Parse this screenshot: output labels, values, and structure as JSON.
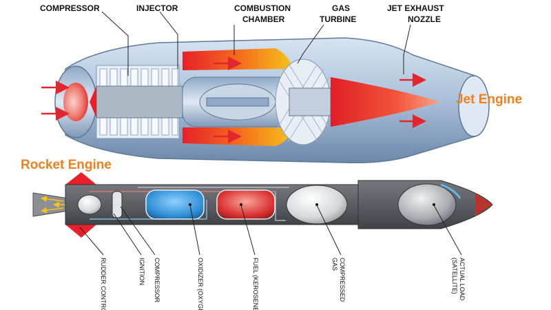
{
  "jet": {
    "title": "Jet Engine",
    "title_color": "#f07f1c",
    "labels": {
      "compressor": "COMPRESSOR",
      "injector": "INJECTOR",
      "combustion_line1": "COMBUSTION",
      "combustion_line2": "CHAMBER",
      "turbine_line1": "GAS",
      "turbine_line2": "TURBINE",
      "nozzle_line1": "JET EXHAUST",
      "nozzle_line2": "NOZZLE"
    }
  },
  "rocket": {
    "title": "Rocket Engine",
    "title_color": "#f07f1c",
    "labels": {
      "rudder": "RUDDER CONTROLS",
      "ignition": "IGNITION",
      "compressor": "COMPRESSOR",
      "oxidizer": "OXIDIZER (OXYGEN)",
      "fuel": "FUEL (KEROSENE)",
      "gas_line1": "COMPRESSED",
      "gas_line2": "GAS",
      "load_line1": "ACTUAL LOAD",
      "load_line2": "(SATELLITE)"
    }
  },
  "colors": {
    "casing": "#b4c9e0",
    "casing_dark": "#5d7898",
    "flame_red": "#e8202a",
    "flame_orange": "#f7a21b",
    "arrow_red": "#e3262d",
    "rocket_body": "#5b5e63",
    "oxidizer_blue": "#2f8fd5",
    "fuel_red": "#d9302f"
  }
}
